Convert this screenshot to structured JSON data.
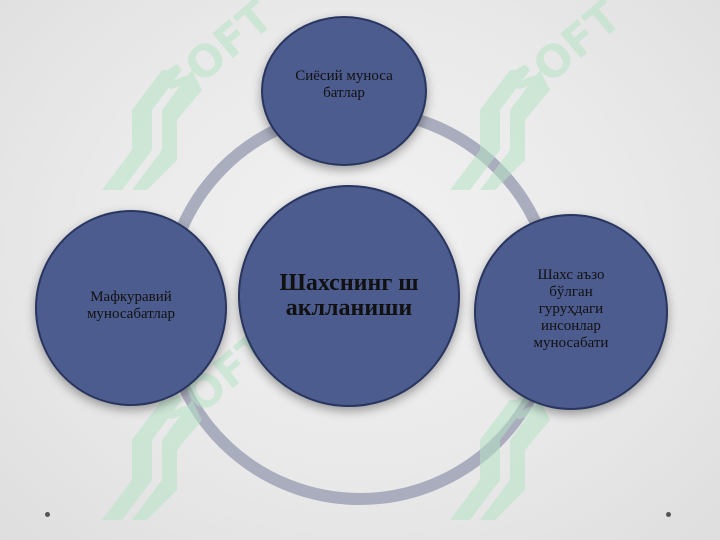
{
  "diagram": {
    "center": "Шахснинг шаклланиши",
    "top": "Сиёсий муносабатлар",
    "left": "Мафкуравий муносабатлар",
    "right": "Шахс аъзо бўлган гуруҳдаги инсонлар муносабати"
  },
  "watermark": {
    "text": "SOFT",
    "color": "#b6e3c6"
  },
  "colors": {
    "node_fill": "#4d5c8e",
    "node_border": "#28355f",
    "ring": "#a9adbd",
    "background": "#ececec"
  }
}
